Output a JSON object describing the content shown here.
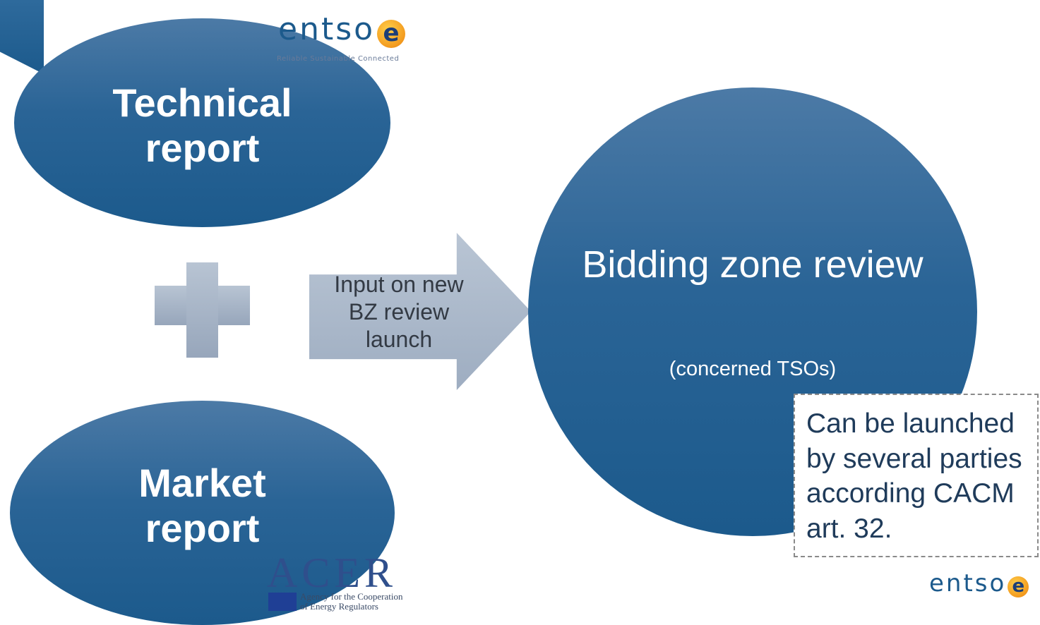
{
  "left_column": {
    "technical_report": "Technical\nreport",
    "market_report": "Market\nreport"
  },
  "arrow": {
    "label": "Input on new BZ review launch"
  },
  "bidding_zone": {
    "title": "Bidding zone review",
    "subtitle": "(concerned TSOs)"
  },
  "note": {
    "text": "Can be launched by several parties according CACM art. 32."
  },
  "logos": {
    "entsoe_top": {
      "word": "entso",
      "ball_letter": "e",
      "tagline": "Reliable Sustainable Connected"
    },
    "entsoe_bottom": {
      "word": "entso",
      "ball_letter": "e"
    },
    "acer": {
      "letters": "ACER",
      "line1": "Agency for the Cooperation",
      "line2": "of Energy Regulators"
    }
  },
  "colors": {
    "primary_blue": "#1c5a8c",
    "light_gray_blue": "#a9b7c9",
    "accent_orange": "#f39a1e"
  }
}
